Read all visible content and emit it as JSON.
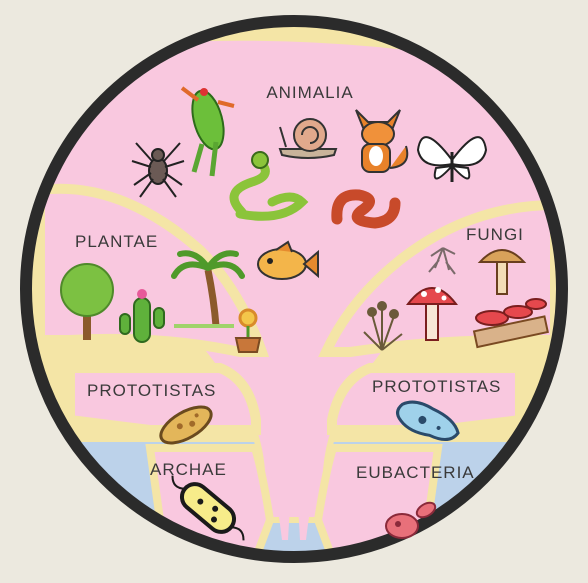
{
  "colors": {
    "background": "#ece9df",
    "rim": "#2b2b2b",
    "tree": "#f9c8df",
    "branch_outline": "#f4e5a6",
    "water": "#bcd2ea",
    "text": "#3a3a3a"
  },
  "kingdoms": {
    "animalia": "ANIMALIA",
    "plantae": "PLANTAE",
    "fungi": "FUNGI",
    "prototistas_left": "PROTOTISTAS",
    "prototistas_right": "PROTOTISTAS",
    "archae": "ARCHAE",
    "eubacteria": "EUBACTERIA"
  },
  "icons": {
    "animalia": [
      "frog-icon",
      "spider-icon",
      "snail-icon",
      "fox-icon",
      "butterfly-icon",
      "snake-icon",
      "worm-icon",
      "fish-icon"
    ],
    "plantae": [
      "tree-icon",
      "cactus-icon",
      "palm-tree-icon",
      "potted-flower-icon"
    ],
    "fungi": [
      "mycelium-icon",
      "brown-mushroom-icon",
      "red-mushroom-icon",
      "moss-icon",
      "bracket-fungus-icon"
    ],
    "prototistas": [
      "paramecium-icon",
      "amoeba-icon"
    ],
    "bacteria": [
      "bacillus-icon",
      "bacteria-cluster-icon"
    ]
  }
}
